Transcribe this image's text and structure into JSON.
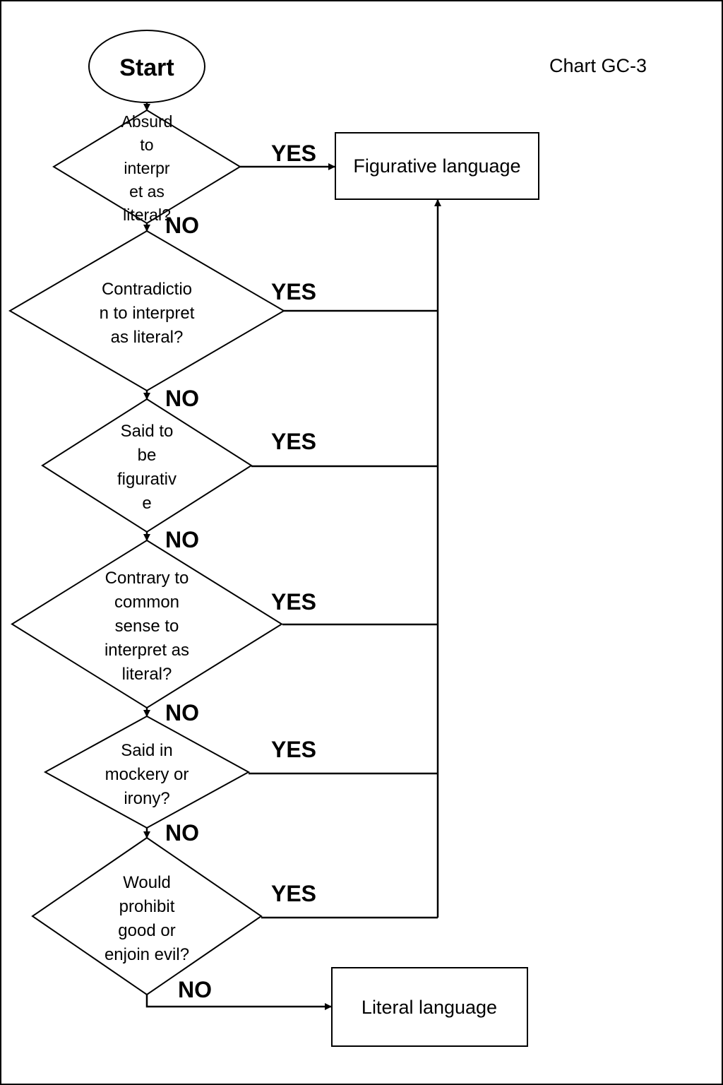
{
  "chart_id": "Chart GC-3",
  "start": {
    "label": "Start"
  },
  "decisions": [
    {
      "lines": [
        "Absurd",
        "to",
        "interpr",
        "et as",
        "literal?"
      ],
      "yes": "YES",
      "no": "NO"
    },
    {
      "lines": [
        "Contradictio",
        "n to interpret",
        "as literal?"
      ],
      "yes": "YES",
      "no": "NO"
    },
    {
      "lines": [
        "Said to",
        "be",
        "figurativ",
        "e"
      ],
      "yes": "YES",
      "no": "NO"
    },
    {
      "lines": [
        "Contrary to",
        "common",
        "sense to",
        "interpret as",
        "literal?"
      ],
      "yes": "YES",
      "no": "NO"
    },
    {
      "lines": [
        "Said in",
        "mockery or",
        "irony?"
      ],
      "yes": "YES",
      "no": "NO"
    },
    {
      "lines": [
        "Would",
        "prohibit",
        "good or",
        "enjoin evil?"
      ],
      "yes": "YES",
      "no": "NO"
    }
  ],
  "outcomes": {
    "figurative": "Figurative language",
    "literal": "Literal language"
  }
}
